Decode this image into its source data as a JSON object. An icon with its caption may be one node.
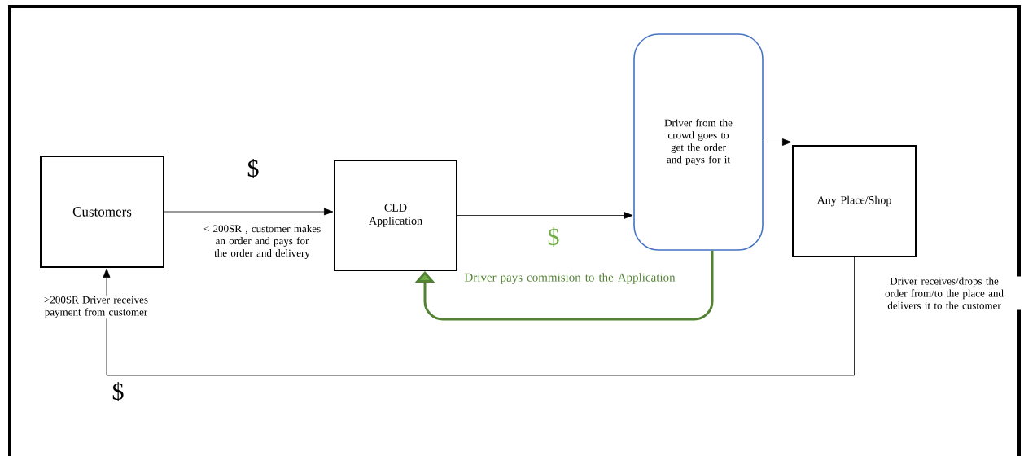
{
  "diagram": {
    "nodes": [
      {
        "text": [
          "Customers"
        ]
      },
      {
        "text": [
          "CLD Application"
        ]
      },
      {
        "text": [
          "Driver from the crowd goes to get the order and pays for it"
        ]
      },
      {
        "text": [
          "Any Place/Shop"
        ]
      }
    ],
    "edges": [
      {
        "from": 0,
        "to": 1,
        "arrow": "to",
        "label": "< 200SR , customer makes an order and pays for the order and delivery"
      },
      {
        "from": 1,
        "to": 2,
        "arrow": "to"
      },
      {
        "from": 2,
        "to": 3,
        "arrow": "to"
      },
      {
        "from": 3,
        "to": 0,
        "arrow": "to",
        "label": "Driver receives/drops the order from/to the place and delivers it to the customer"
      },
      {
        "from": 2,
        "to": 1,
        "arrow": "to",
        "label": "Driver pays commision to the Application",
        "style": "thick",
        "color": "#548235"
      }
    ],
    "labels": [
      "$",
      "$",
      ">200SR Driver receives payment from customer",
      "$"
    ]
  }
}
